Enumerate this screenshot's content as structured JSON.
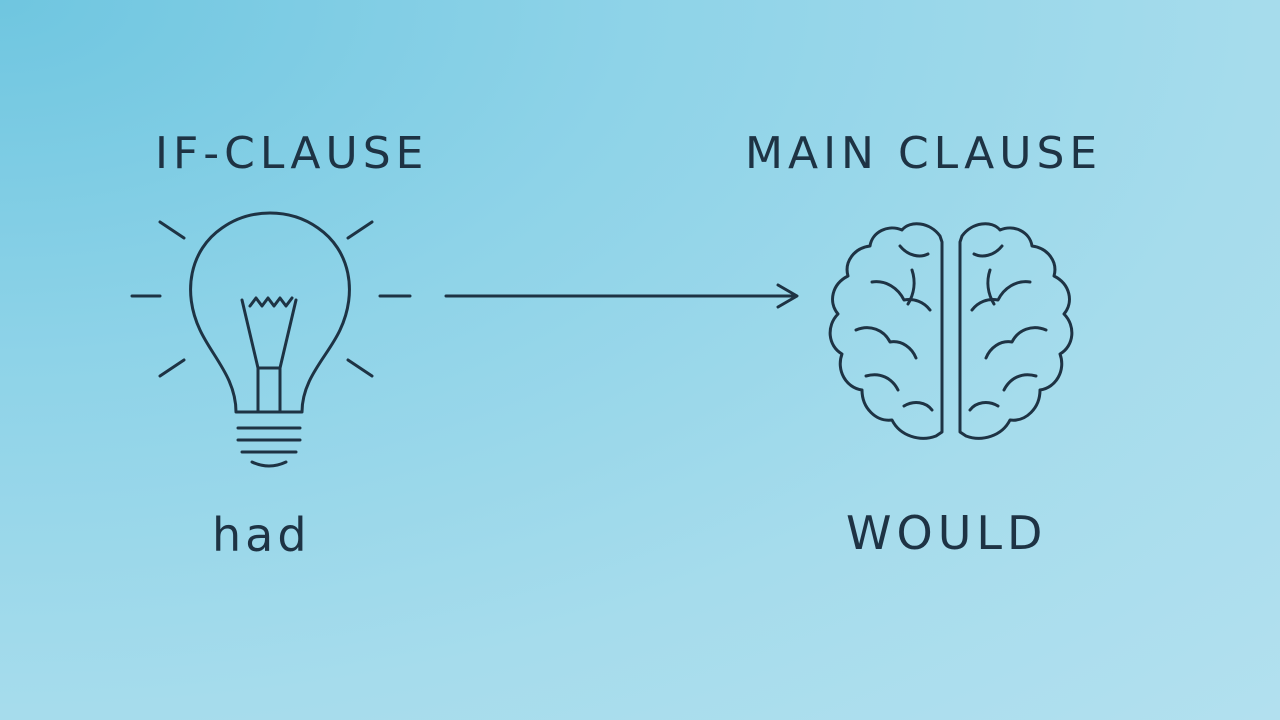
{
  "left": {
    "heading": "IF-CLAUSE",
    "caption": "had",
    "icon": "lightbulb-icon"
  },
  "right": {
    "heading": "MAIN CLAUSE",
    "caption": "WOULD",
    "icon": "brain-icon"
  },
  "connector": {
    "icon": "arrow-right-icon"
  },
  "colors": {
    "background": "#9fd9eb",
    "ink": "#1e3344"
  }
}
